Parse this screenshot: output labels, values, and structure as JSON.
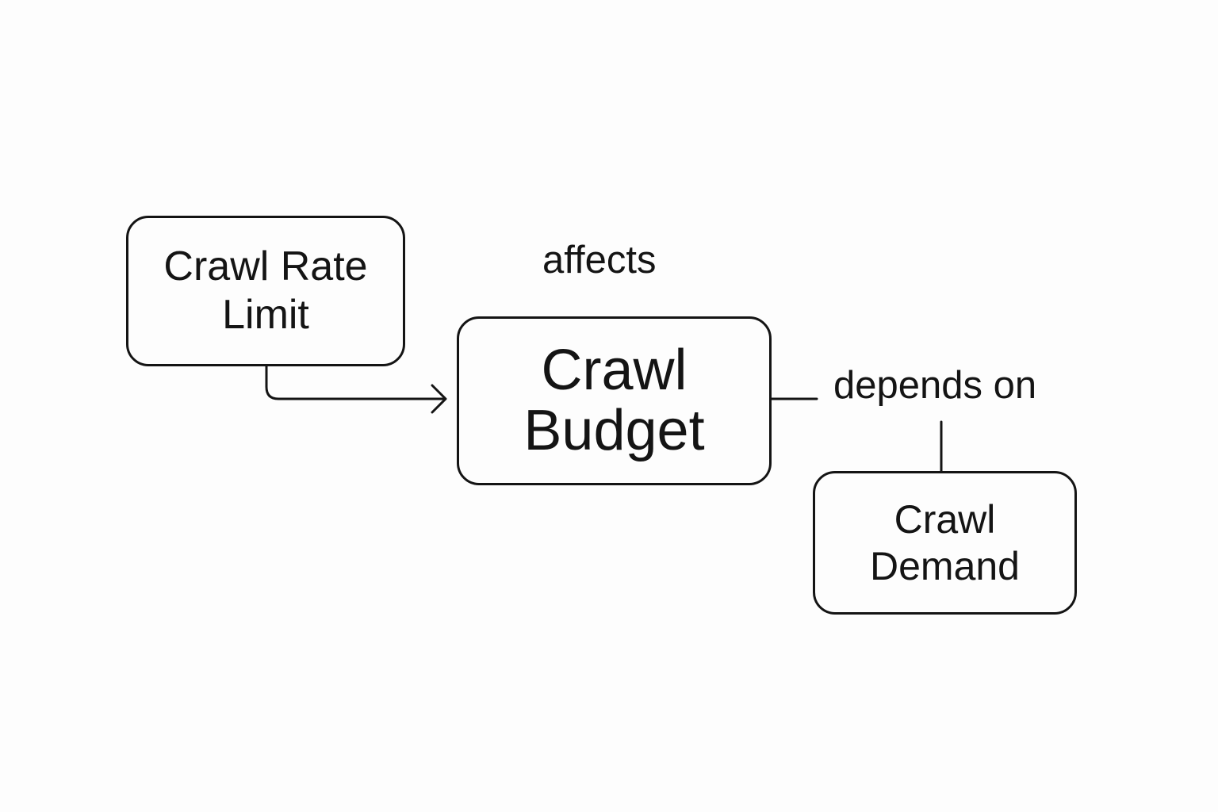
{
  "diagram": {
    "nodes": {
      "crawl_rate_limit": "Crawl Rate\nLimit",
      "crawl_budget": "Crawl\nBudget",
      "crawl_demand": "Crawl\nDemand"
    },
    "edges": {
      "rate_to_budget": "affects",
      "demand_to_budget": "depends on"
    }
  }
}
